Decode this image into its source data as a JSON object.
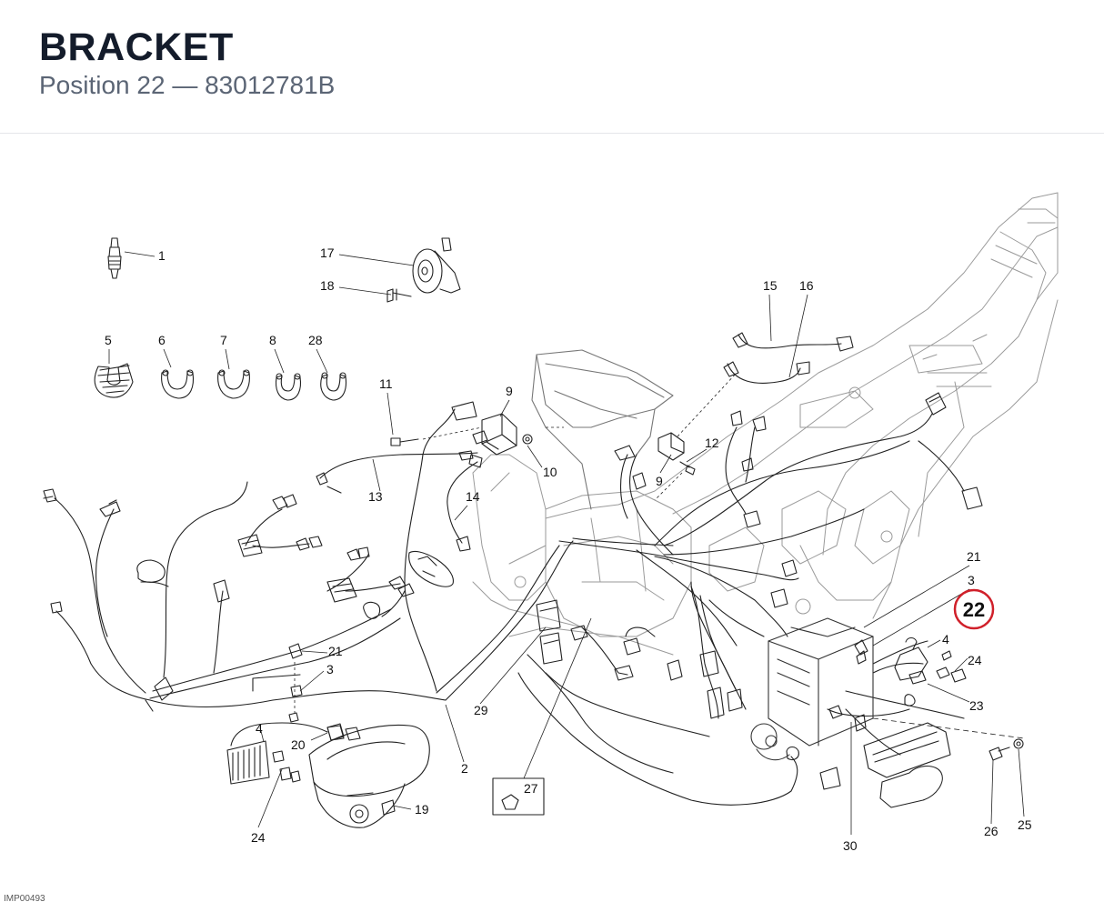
{
  "header": {
    "title": "BRACKET",
    "subtitle": "Position 22 — 83012781B"
  },
  "diagram": {
    "highlight_color": "#d0202a",
    "highlighted_callout": "22",
    "callouts": [
      "1",
      "17",
      "18",
      "5",
      "6",
      "7",
      "8",
      "28",
      "11",
      "9",
      "10",
      "13",
      "14",
      "15",
      "16",
      "12",
      "9",
      "21",
      "3",
      "4",
      "24",
      "23",
      "21",
      "3",
      "4",
      "20",
      "2",
      "29",
      "27",
      "19",
      "24",
      "30",
      "26",
      "25"
    ],
    "image_code": "IMP00493"
  }
}
